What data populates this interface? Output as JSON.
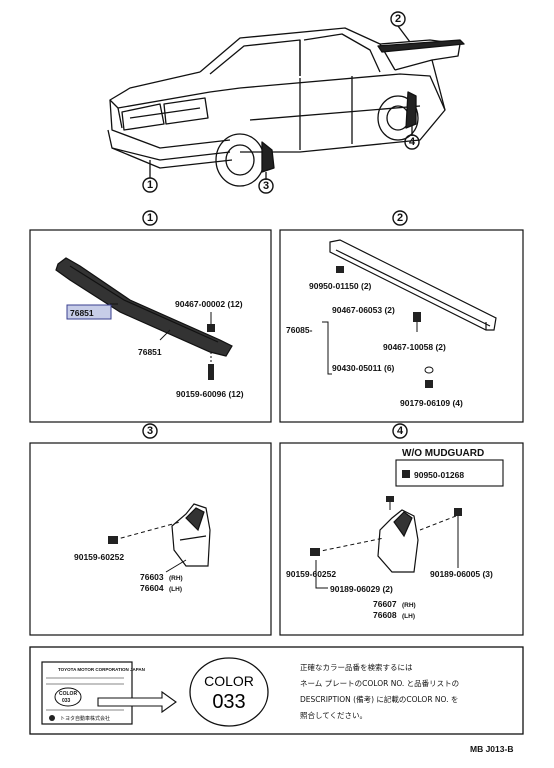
{
  "callouts": {
    "c1": "1",
    "c2": "2",
    "c3": "3",
    "c4": "4"
  },
  "panel1": {
    "number": "1",
    "part_main": "76851",
    "part_main_highlight": "76851",
    "clip": "90467-00002 (12)",
    "screw": "90159-60096 (12)"
  },
  "panel2": {
    "number": "2",
    "nut": "90950-01150 (2)",
    "clip1": "90467-06053 (2)",
    "clip2": "90467-10058 (2)",
    "main": "76085-",
    "washer": "90430-05011 (6)",
    "bolt": "90179-06109 (4)"
  },
  "panel3": {
    "number": "3",
    "screw": "90159-60252",
    "rh": "76603",
    "rh_tag": "(RH)",
    "lh": "76604",
    "lh_tag": "(LH)"
  },
  "panel4": {
    "number": "4",
    "header": "W/O MUDGUARD",
    "plug": "90950-01268",
    "screw": "90159-60252",
    "clip": "90189-06029 (2)",
    "bolt": "90189-06005 (3)",
    "rh": "76607",
    "rh_tag": "(RH)",
    "lh": "76608",
    "lh_tag": "(LH)"
  },
  "color_box": {
    "plate_title": "TOYOTA MOTOR CORPORATION JAPAN",
    "plate_color_word": "COLOR",
    "plate_color_num": "033",
    "plate_maker": "トヨタ自動車株式会社",
    "big_color_word": "COLOR",
    "big_color_num": "033",
    "jp_line1": "正確なカラー品番を検索するには",
    "jp_line2": "ネーム プレートのCOLOR NO. と品番リストの",
    "jp_line3": "DESCRIPTION (備考) に記載のCOLOR NO. を",
    "jp_line4": "照合してください。"
  },
  "footer": {
    "code": "MB  J013-B"
  }
}
